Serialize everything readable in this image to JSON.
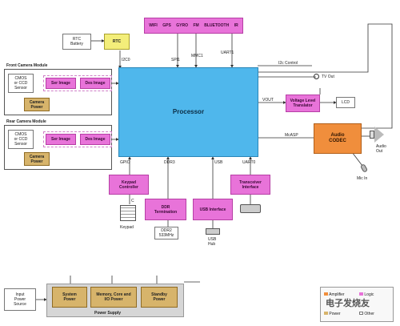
{
  "processor": "Processor",
  "rtc": {
    "label": "RTC",
    "battery": "RTC\nBattery",
    "bus": "I2C0"
  },
  "wireless": {
    "items": [
      "WIFI",
      "GPS",
      "GYRO",
      "FM",
      "BLUETOOTH",
      "IR"
    ],
    "bus_spi": "SPI1",
    "bus_mmc": "MMC1",
    "bus_uart": "UART1"
  },
  "i2c_control": "I2c Control",
  "tv_out": "TV Out",
  "front_camera": {
    "title": "Front Camera Module",
    "sensor": "CMOS\nor CCD\nSensor",
    "power": "Camera\nPower",
    "ser": "Ser Image",
    "des": "Des Image"
  },
  "rear_camera": {
    "title": "Rear Camera Module",
    "sensor": "CMOS\nor CCD\nSensor",
    "power": "Camera\nPower",
    "ser": "Ser Image",
    "des": "Des Image"
  },
  "vout": "VOUT",
  "voltage_translator": "Voltage Level\nTranslator",
  "lcd": "LCD",
  "mcasp": "McASP",
  "audio_codec": "Audio\nCODEC",
  "audio_out": "Audio\nOut",
  "mic_in": "Mic In",
  "keypad": {
    "bus": "GPIO",
    "controller": "Keypad\nController",
    "label": "Keypad",
    "c": "C"
  },
  "ddr": {
    "bus": "DDR3",
    "termination": "DDR\nTermination",
    "memory": "DDR2\n533MHz"
  },
  "usb": {
    "bus": "USB",
    "interface": "USB Interface",
    "hub": "USB\nHub"
  },
  "transceiver": {
    "bus": "UART0",
    "label": "Transceiver\nInterface"
  },
  "power": {
    "input": "Input\nPower\nSource",
    "system": "System\nPower",
    "memory": "Memory, Core and\nI/O Power",
    "standby": "Standby\nPower",
    "title": "Power Supply"
  },
  "legend": {
    "items": [
      "Amplifier",
      "Logic",
      "Power",
      "Other"
    ],
    "watermark": "电子发烧友"
  },
  "colors": {
    "processor": "#4fb7ec",
    "pink": "#e873d9",
    "yellow": "#f3ee7a",
    "tan": "#d7b46b",
    "orange": "#f08e3c"
  }
}
